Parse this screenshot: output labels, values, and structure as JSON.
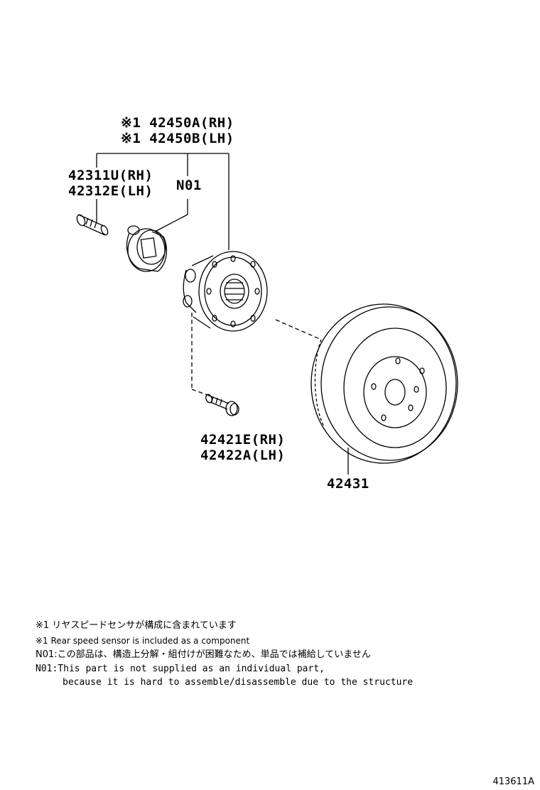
{
  "callouts": {
    "hub_rh": "※1 42450A(RH)",
    "hub_lh": "※1 42450B(LH)",
    "stud_rh": "42311U(RH)",
    "stud_lh": "42312E(LH)",
    "sensor_note_ref": "N01",
    "bolt_rh": "42421E(RH)",
    "bolt_lh": "42422A(LH)",
    "disc": "42431"
  },
  "notes": {
    "note1_jp": "※1 リヤスピードセンサが構成に含まれています",
    "note1_en": "※1 Rear speed sensor is included as a component",
    "n01_jp": "N01:この部品は、構造上分解・組付けが困難なため、単品では補給していません",
    "n01_en_line1": "N01:This part is not supplied as an individual part,",
    "n01_en_line2": "because it is hard to assemble/disassemble due to the structure"
  },
  "figure_id": "413611A"
}
